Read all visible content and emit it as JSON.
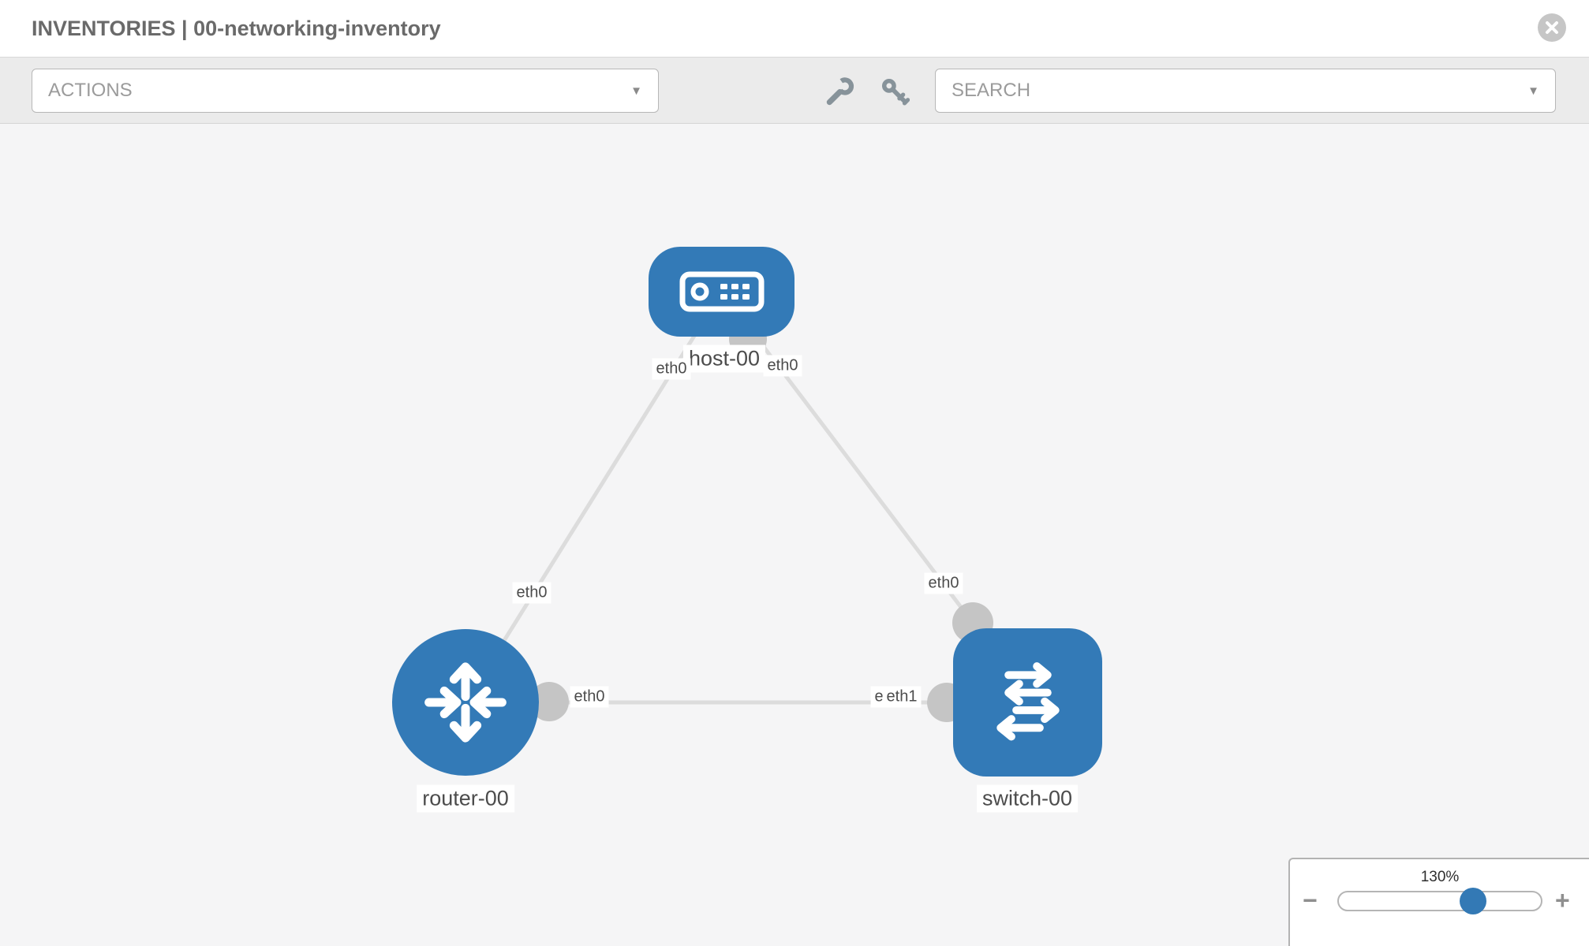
{
  "header": {
    "title": "INVENTORIES | 00-networking-inventory"
  },
  "toolbar": {
    "actions_label": "ACTIONS",
    "search_label": "SEARCH"
  },
  "icons": {
    "close": "circle-x",
    "wrench": "wrench",
    "key": "key",
    "caret_glyph": "▼",
    "minus_glyph": "−",
    "plus_glyph": "+"
  },
  "topology": {
    "nodes": [
      {
        "id": "host-00",
        "type": "host",
        "label": "host-00"
      },
      {
        "id": "router-00",
        "type": "router",
        "label": "router-00"
      },
      {
        "id": "switch-00",
        "type": "switch",
        "label": "switch-00"
      }
    ],
    "links": [
      {
        "source": "host-00",
        "target": "router-00",
        "source_interface": "eth0",
        "target_interface": "eth0"
      },
      {
        "source": "host-00",
        "target": "switch-00",
        "source_interface": "eth0",
        "target_interface": "eth0"
      },
      {
        "source": "router-00",
        "target": "switch-00",
        "source_interface": "eth0",
        "target_interface": "eth1",
        "occluded_label": "eth0"
      }
    ]
  },
  "zoom_control": {
    "level": "130%"
  },
  "colors": {
    "node_blue": "#337ab7",
    "link_gray": "#dcdcdc",
    "port_gray": "#c5c5c5",
    "handle_blue": "#3379b5"
  }
}
